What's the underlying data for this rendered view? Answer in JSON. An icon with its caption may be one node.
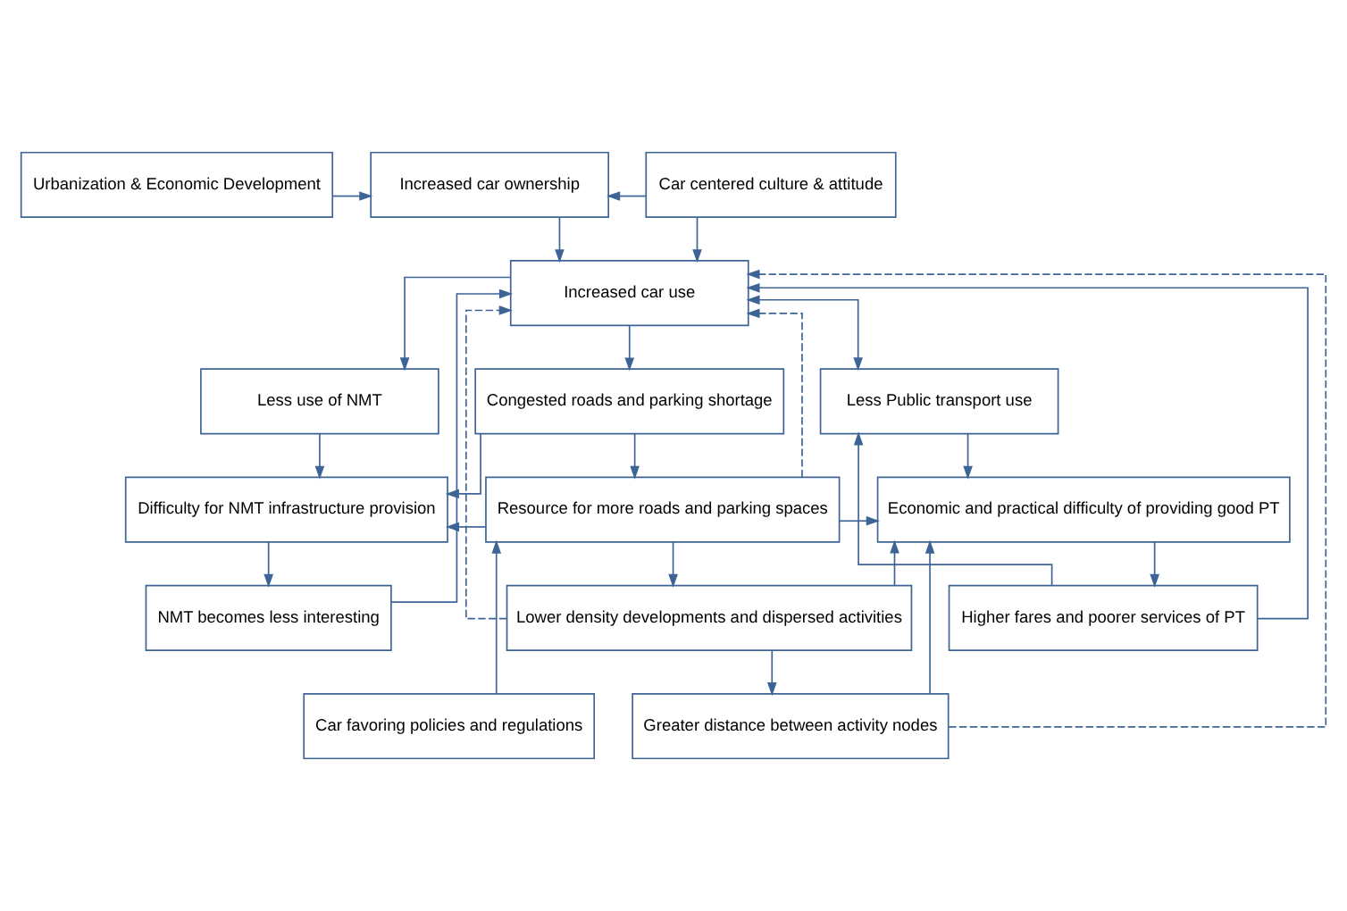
{
  "diagram": {
    "nodes": [
      {
        "text": [
          "Urbanization & Economic Development"
        ]
      },
      {
        "text": [
          "Increased car ownership"
        ]
      },
      {
        "text": [
          "Car centered culture & attitude"
        ]
      },
      {
        "text": [
          "Increased car use"
        ]
      },
      {
        "text": [
          "Less use of NMT"
        ]
      },
      {
        "text": [
          "Congested roads and parking shortage"
        ]
      },
      {
        "text": [
          "Less Public transport use"
        ]
      },
      {
        "text": [
          "Difficulty for NMT infrastructure provision"
        ]
      },
      {
        "text": [
          "Resource for more roads and parking spaces"
        ]
      },
      {
        "text": [
          "Economic and practical difficulty of providing good PT"
        ]
      },
      {
        "text": [
          "Lower density developments and dispersed activities"
        ]
      },
      {
        "text": [
          "NMT becomes less interesting"
        ]
      },
      {
        "text": [
          "Higher fares and poorer services of PT"
        ]
      },
      {
        "text": [
          "Car favoring policies and regulations"
        ]
      },
      {
        "text": [
          "Greater distance between activity nodes"
        ]
      }
    ],
    "edges": [
      {
        "from": 0,
        "to": 1,
        "arrow": "to"
      },
      {
        "from": 2,
        "to": 1,
        "arrow": "to"
      },
      {
        "from": 1,
        "to": 3,
        "arrow": "to"
      },
      {
        "from": 2,
        "to": 3,
        "arrow": "to"
      },
      {
        "from": 3,
        "to": 4,
        "arrow": "to"
      },
      {
        "from": 3,
        "to": 6,
        "arrow": "both"
      },
      {
        "from": 3,
        "to": 5,
        "arrow": "to"
      },
      {
        "from": 8,
        "to": 3,
        "arrow": "to",
        "style": "dashed"
      },
      {
        "from": 10,
        "to": 3,
        "arrow": "to",
        "style": "dashed"
      },
      {
        "from": 14,
        "to": 3,
        "arrow": "to",
        "style": "dashed"
      },
      {
        "from": 5,
        "to": 8,
        "arrow": "to"
      },
      {
        "from": 8,
        "to": 10,
        "arrow": "to"
      },
      {
        "from": 10,
        "to": 14,
        "arrow": "to"
      },
      {
        "from": 5,
        "to": 7,
        "arrow": "to"
      },
      {
        "from": 8,
        "to": 7,
        "arrow": "to"
      },
      {
        "from": 13,
        "to": 8,
        "arrow": "to"
      },
      {
        "from": 4,
        "to": 7,
        "arrow": "to"
      },
      {
        "from": 7,
        "to": 11,
        "arrow": "to"
      },
      {
        "from": 11,
        "to": 3,
        "arrow": "to"
      },
      {
        "from": 8,
        "to": 9,
        "arrow": "to"
      },
      {
        "from": 10,
        "to": 9,
        "arrow": "to"
      },
      {
        "from": 14,
        "to": 9,
        "arrow": "to"
      },
      {
        "from": 6,
        "to": 9,
        "arrow": "to"
      },
      {
        "from": 9,
        "to": 12,
        "arrow": "to"
      },
      {
        "from": 12,
        "to": 6,
        "arrow": "to"
      },
      {
        "from": 12,
        "to": 3,
        "arrow": "to"
      }
    ]
  }
}
